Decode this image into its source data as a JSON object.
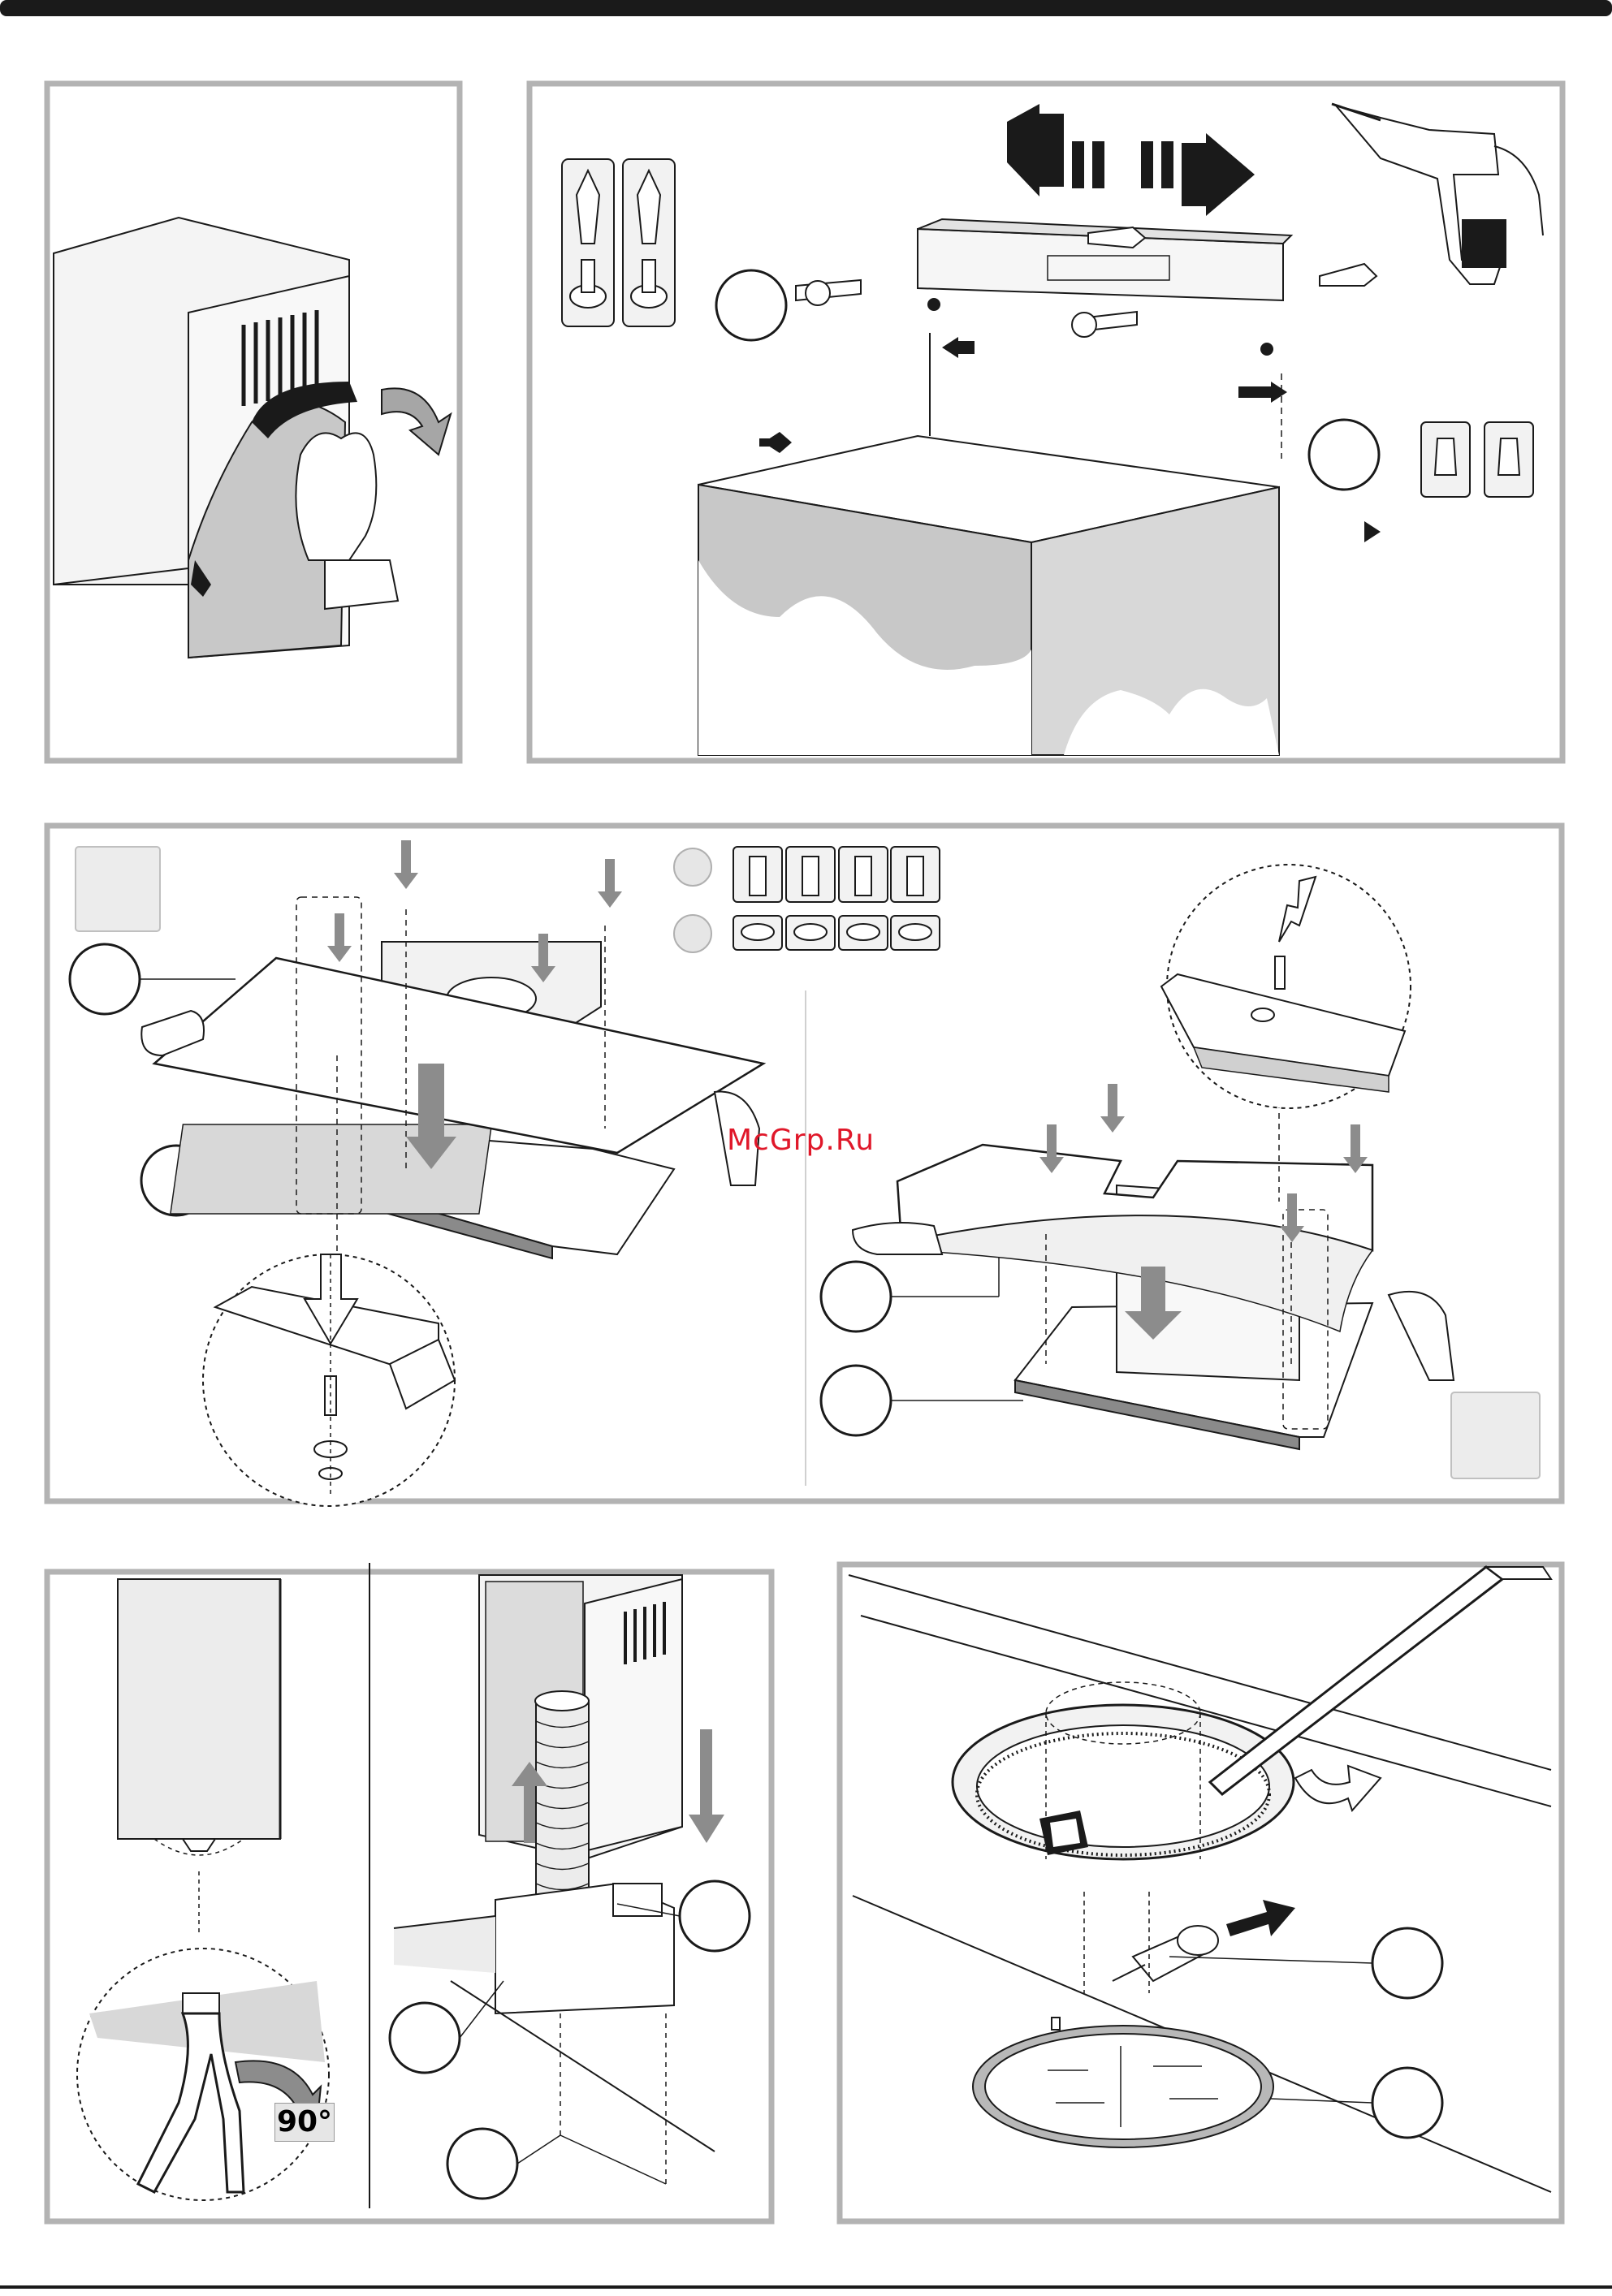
{
  "watermark": "McGrp.Ru",
  "rotation_label": "90°",
  "colors": {
    "frame": "#b3b3b3",
    "line": "#1a1a1a",
    "fill_grey": "#c8c8c8",
    "fill_light": "#e8e8e8",
    "arrow": "#8c8c8c",
    "watermark": "#e0182a"
  },
  "panels": [
    {
      "id": "remove-cover",
      "icons": [
        "gloved-hand-icon",
        "curved-arrow-icon"
      ]
    },
    {
      "id": "bracket-wall-fixing",
      "icons": [
        "drill-icon",
        "wall-plug-icon",
        "screw-icon",
        "double-arrow-icon"
      ]
    },
    {
      "id": "glass-panel-fitting",
      "icons": [
        "screw-icon",
        "washer-icon",
        "hand-icon",
        "down-arrow-icon"
      ]
    },
    {
      "id": "duct-and-chimney",
      "icons": [
        "pliers-icon",
        "flexible-duct-icon",
        "up-arrow-icon",
        "down-arrow-icon"
      ]
    },
    {
      "id": "lamp-replacement",
      "icons": [
        "screwdriver-icon",
        "halogen-bulb-icon",
        "lamp-cover-icon",
        "right-arrow-icon"
      ]
    }
  ]
}
